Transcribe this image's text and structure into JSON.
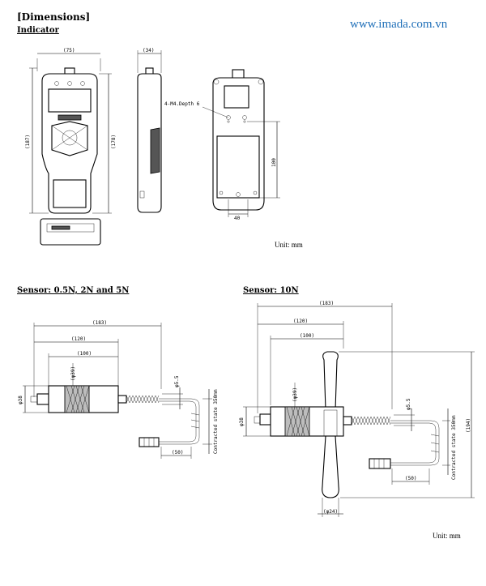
{
  "header": {
    "title": "[Dimensions]",
    "subtitle": "Indicator",
    "website": "www.imada.com.vn"
  },
  "indicator": {
    "dim_width": "(75)",
    "dim_depth": "(34)",
    "dim_total_height": "(187)",
    "dim_body_height": "(178)",
    "dim_screw": "4-M4.Depth 6",
    "dim_pitch_v": "100",
    "dim_pitch_h": "40",
    "unit": "Unit: mm"
  },
  "sensor_small": {
    "title": "Sensor: 0.5N, 2N and 5N",
    "dim_183": "(183)",
    "dim_120": "(120)",
    "dim_100": "(100)",
    "dim_d39": "(φ39)",
    "dim_d38": "φ38",
    "dim_d55": "φ5.5",
    "dim_cable": "Contracted state 350mm",
    "dim_50": "(50)"
  },
  "sensor_10n": {
    "title": "Sensor: 10N",
    "dim_183": "(183)",
    "dim_120": "(120)",
    "dim_100": "(100)",
    "dim_d39": "(φ39)",
    "dim_d38": "φ38",
    "dim_d55": "φ5.5",
    "dim_cable": "Contracted state 350mm",
    "dim_194": "(194)",
    "dim_50": "(50)",
    "dim_d24": "(φ24)",
    "unit": "Unit: mm"
  }
}
